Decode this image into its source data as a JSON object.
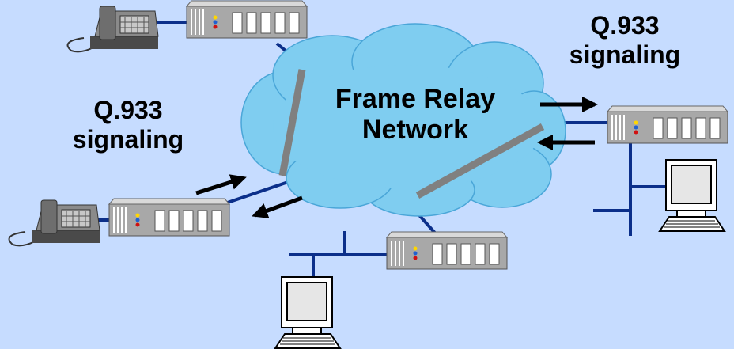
{
  "diagram": {
    "background_color": "#c6dcff",
    "cloud": {
      "line1": "Frame Relay",
      "line2": "Network",
      "color": "#7fcdf0"
    },
    "label_right": {
      "line1": "Q.933",
      "line2": "signaling"
    },
    "label_left": {
      "line1": "Q.933",
      "line2": "signaling"
    },
    "link_color": "#0b2f8a",
    "device_color": "#a9a9a9",
    "icons": [
      "telephone-icon",
      "frame-relay-device-icon",
      "computer-terminal-icon",
      "signal-arrow-icon"
    ]
  }
}
